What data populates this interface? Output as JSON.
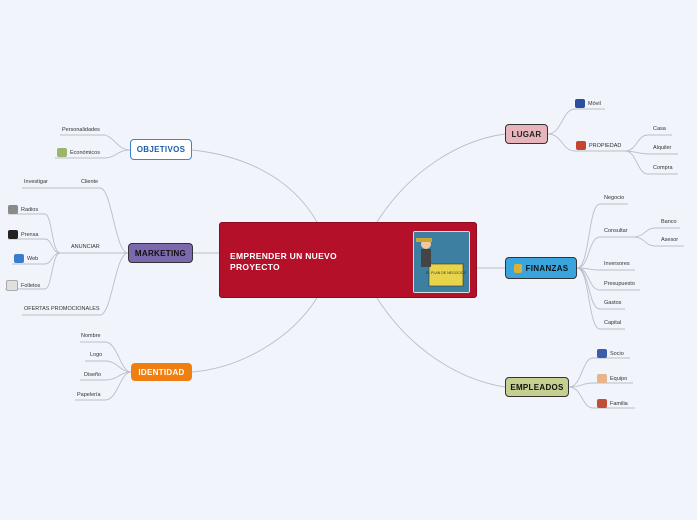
{
  "central": {
    "title": "EMPRENDER UN NUEVO PROYECTO",
    "image_caption": "EL PLAN DE NEGOCIOS"
  },
  "colors": {
    "central": "#b5102a",
    "objetivos": "#ffffff",
    "marketing": "#7b68ad",
    "identidad": "#f07f11",
    "lugar": "#e8b4bb",
    "finanzas": "#3aa5dd",
    "empleados": "#c4cf90"
  },
  "branches": {
    "objetivos": {
      "label": "OBJETIVOS",
      "children": [
        "Personalidades",
        "Económicos"
      ]
    },
    "marketing": {
      "label": "MARKETING",
      "cliente": "Cliente",
      "investigar": "Investigar",
      "anunciar": "ANUNCIAR",
      "media": [
        "Radios",
        "Prensa",
        "Web",
        "Folletos"
      ],
      "ofertas": "OFERTAS PROMOCIONALES"
    },
    "identidad": {
      "label": "IDENTIDAD",
      "children": [
        "Nombre",
        "Logo",
        "Diseño",
        "Papelería"
      ]
    },
    "lugar": {
      "label": "LUGAR",
      "movil": "Móvil",
      "propiedad": "PROPIEDAD",
      "propiedad_children": [
        "Casa",
        "Alquiler",
        "Compra"
      ]
    },
    "finanzas": {
      "label": "FINANZAS",
      "negocio": "Negocio",
      "consultar": "Consultar",
      "consultar_children": [
        "Banco",
        "Asesor"
      ],
      "others": [
        "Inversores",
        "Presupuesto",
        "Gastos",
        "Capital"
      ]
    },
    "empleados": {
      "label": "EMPLEADOS",
      "children": [
        "Socio",
        "Equipo",
        "Familia"
      ]
    }
  },
  "icons": [
    "economics-icon",
    "speaker-icon",
    "camera-icon",
    "computer-icon",
    "paper-icon",
    "car-icon",
    "house-icon",
    "money-bag-icon",
    "person-icon",
    "handshake-icon",
    "family-icon"
  ]
}
